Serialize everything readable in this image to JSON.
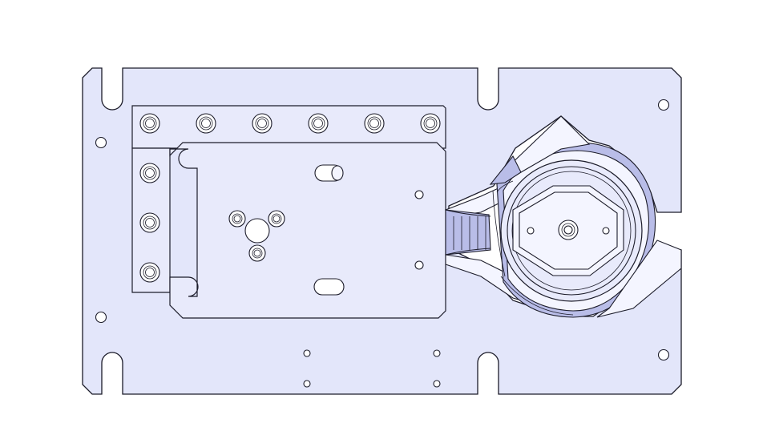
{
  "view": {
    "background": "#ffffff",
    "plate_fill": "#e3e6fa",
    "raised_fill": "#e8eafb",
    "line_color": "#1c1c2a",
    "shade_color": "#b9bde8",
    "light_color": "#f4f5ff"
  },
  "parts": [
    {
      "name": "base-plate",
      "icon": "mounting-plate"
    },
    {
      "name": "carrier-plate",
      "icon": "raised-plate"
    },
    {
      "name": "rotary-hub",
      "icon": "circular-housing"
    },
    {
      "name": "support-arm",
      "icon": "arm-bracket"
    }
  ]
}
